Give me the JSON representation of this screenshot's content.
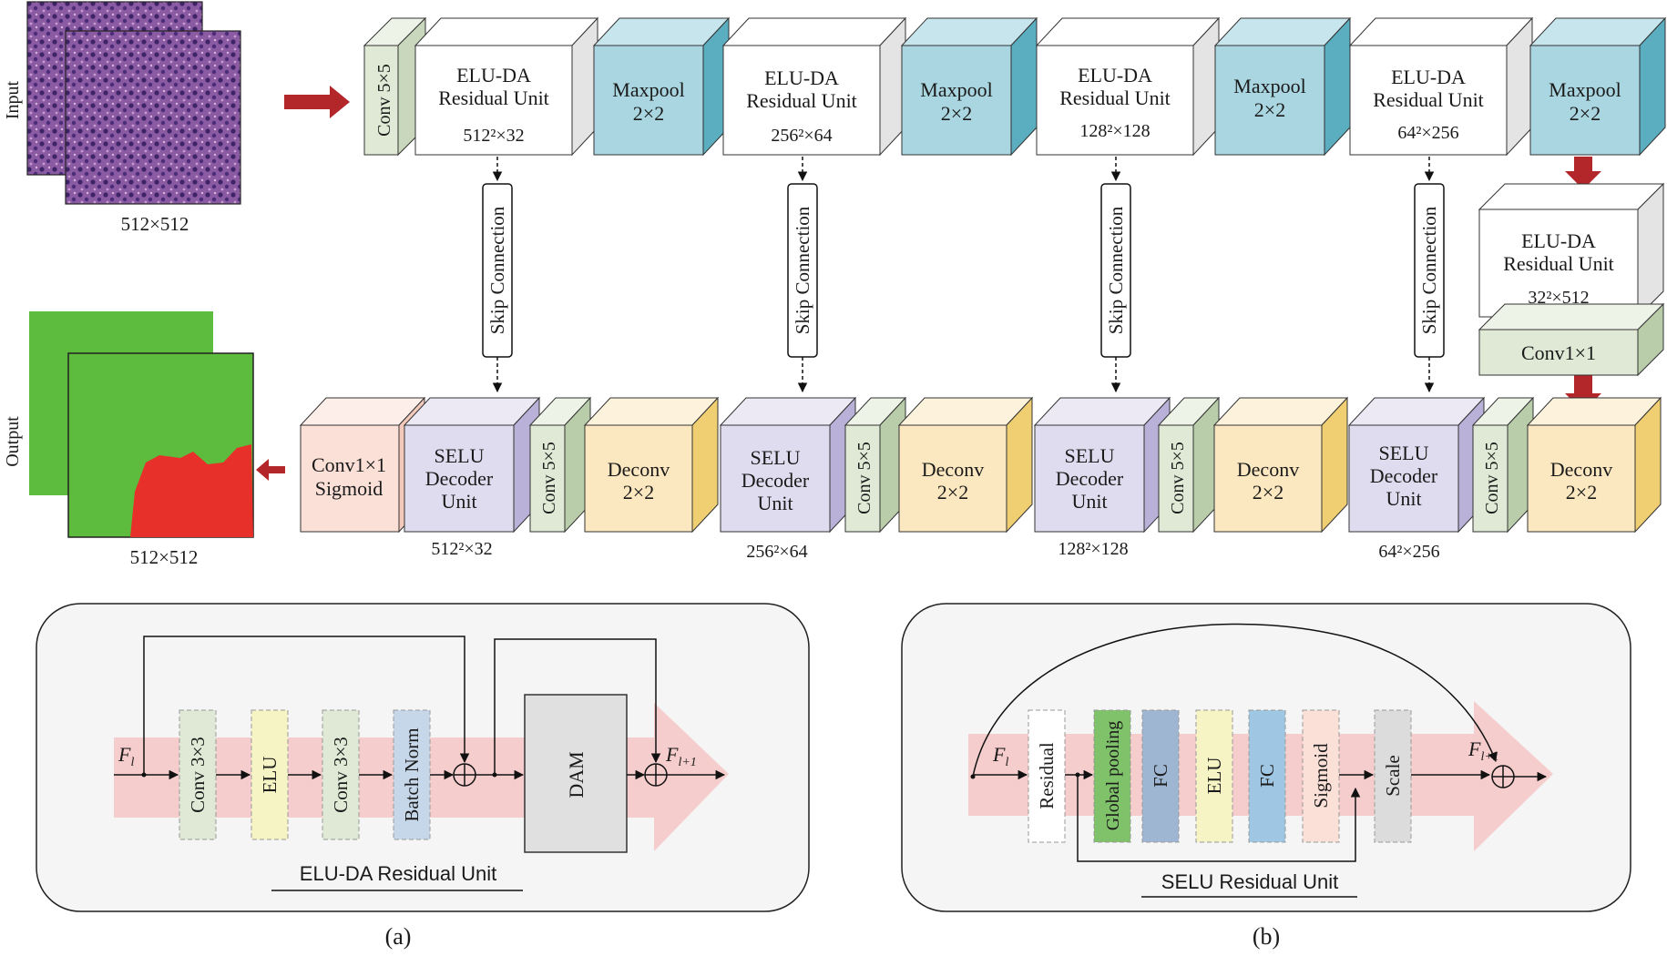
{
  "side_labels": {
    "input": "Input",
    "output": "Output"
  },
  "image_sizes": {
    "input": "512×512",
    "output": "512×512"
  },
  "conv5x5": "Conv 5×5",
  "encoder": {
    "unit_lines": [
      "ELU-DA",
      "Residual Unit"
    ],
    "dims": [
      "512²×32",
      "256²×64",
      "128²×128",
      "64²×256"
    ],
    "maxpool_lines": [
      "Maxpool",
      "2×2"
    ]
  },
  "bottleneck": {
    "unit_lines": [
      "ELU-DA",
      "Residual Unit"
    ],
    "dim": "32²×512",
    "conv": "Conv1×1"
  },
  "skip_label": "Skip Connection",
  "decoder": {
    "final_lines": [
      "Conv1×1",
      "Sigmoid"
    ],
    "selu_lines": [
      "SELU",
      "Decoder",
      "Unit"
    ],
    "deconv_lines": [
      "Deconv",
      "2×2"
    ],
    "dims": [
      "512²×32",
      "256²×64",
      "128²×128",
      "64²×256"
    ]
  },
  "panel_a": {
    "f_in": "F",
    "f_in_sub": "l",
    "f_out": "F",
    "f_out_sub": "l+1",
    "blocks": [
      "Conv 3×3",
      "ELU",
      "Conv 3×3",
      "Batch Norm"
    ],
    "dam": "DAM",
    "title": "ELU-DA Residual Unit",
    "caption": "(a)"
  },
  "panel_b": {
    "f_in": "F",
    "f_in_sub": "l",
    "f_out": "F",
    "f_out_sub": "l+1",
    "blocks": [
      "Residual",
      "Global pooling",
      "FC",
      "ELU",
      "FC",
      "Sigmoid",
      "Scale"
    ],
    "title": "SELU Residual Unit",
    "caption": "(b)"
  },
  "colors": {
    "conv": "#dfe9d6",
    "maxpool": "#a9d6e0",
    "selu": "#e0dcef",
    "deconv": "#fce8c0",
    "final": "#fbe0d8",
    "segmentation_bg": "#5dbb3d",
    "segmentation_fg": "#e8302a",
    "arrow": "#b3262a",
    "panel": "#f5f5f5",
    "band": "#f6c6c6"
  }
}
